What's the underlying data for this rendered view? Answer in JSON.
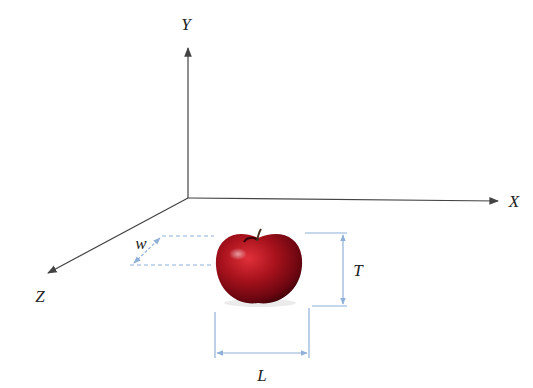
{
  "diagram": {
    "labels": [
      "Y",
      "X",
      "Z",
      "w",
      "T",
      "L"
    ]
  }
}
